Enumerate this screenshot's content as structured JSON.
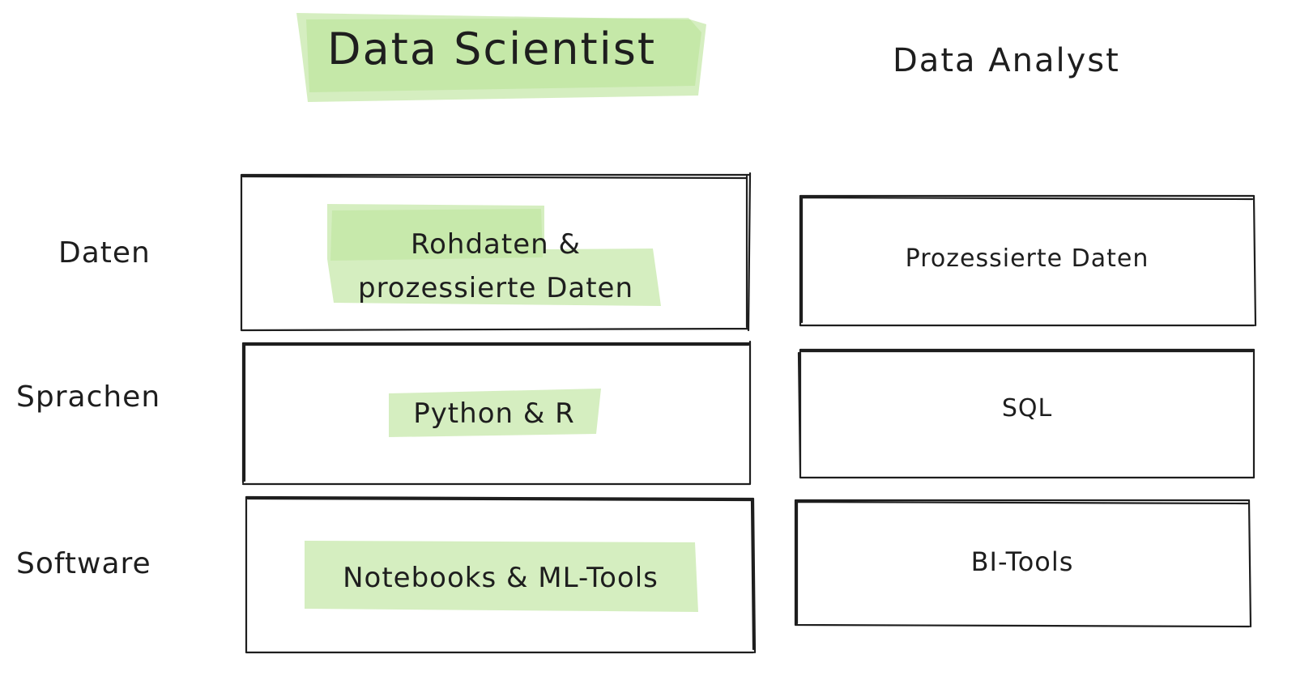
{
  "columns": {
    "data_scientist": "Data Scientist",
    "data_analyst": "Data Analyst"
  },
  "rows": {
    "daten": "Daten",
    "sprachen": "Sprachen",
    "software": "Software"
  },
  "cells": {
    "data_scientist": {
      "daten": "Rohdaten & prozessierte Daten",
      "sprachen": "Python & R",
      "software": "Notebooks & ML-Tools"
    },
    "data_analyst": {
      "daten": "Prozessierte Daten",
      "sprachen": "SQL",
      "software": "BI-Tools"
    }
  },
  "colors": {
    "highlight": "#b2e08c",
    "stroke": "#1e1e1e"
  }
}
